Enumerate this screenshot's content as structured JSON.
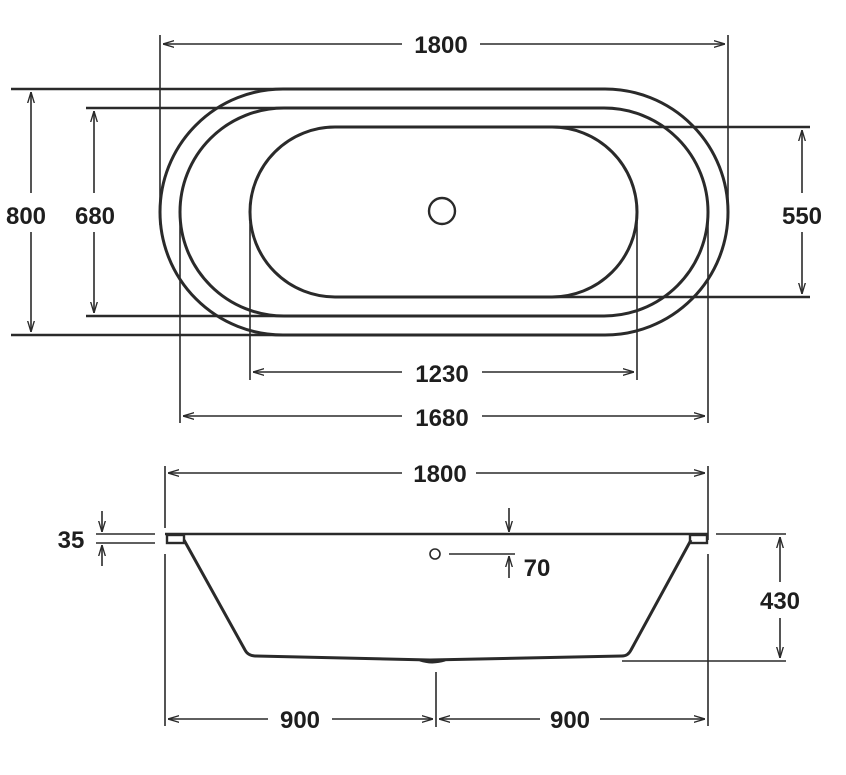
{
  "diagram": {
    "type": "technical-drawing",
    "subject": "freestanding bathtub dimensions (mm)",
    "line_color": "#2a2a2a",
    "background": "#ffffff"
  },
  "plan_view": {
    "overall_length": "1800",
    "overall_width": "800",
    "rim_inner_width": "680",
    "basin_width": "550",
    "basin_length": "1230",
    "rim_inner_length": "1680",
    "drain_icon": "drain-circle"
  },
  "side_view": {
    "overall_length": "1800",
    "rim_thickness": "35",
    "overflow_offset": "70",
    "height": "430",
    "left_half": "900",
    "right_half": "900",
    "overflow_icon": "overflow-circle"
  }
}
